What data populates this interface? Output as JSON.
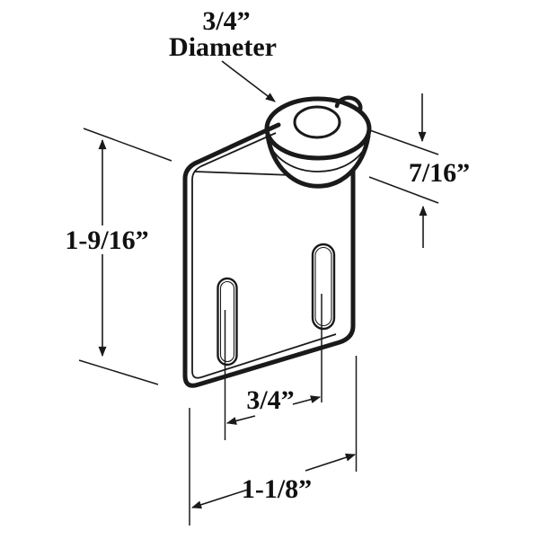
{
  "figure": {
    "description_colors": {
      "line": "#1a1a1a",
      "background": "#ffffff",
      "text": "#111111"
    },
    "dimensions": {
      "roller_diameter": {
        "value": "3/4”",
        "label_word": "Diameter"
      },
      "roller_thickness": "7/16”",
      "bracket_height": "1-9/16”",
      "slot_spacing": "3/4”",
      "bracket_width": "1-1/8”"
    }
  }
}
